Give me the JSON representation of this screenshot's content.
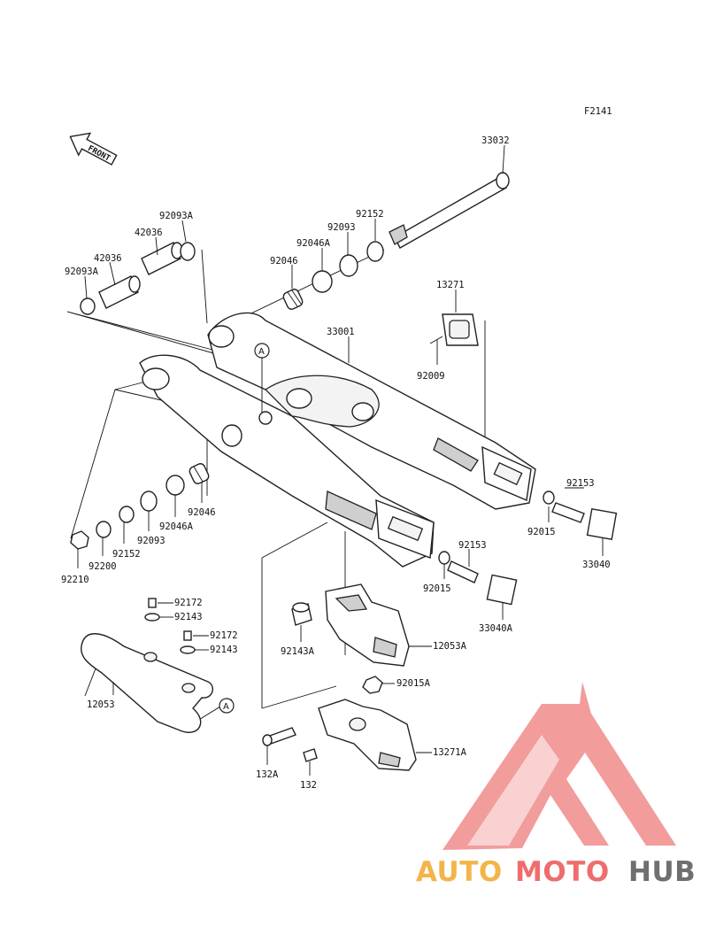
{
  "diagram": {
    "code": "F2141",
    "front_label": "FRONT",
    "reference_marker": "A",
    "parts": [
      {
        "id": "p-33032",
        "number": "33032"
      },
      {
        "id": "p-92152-top",
        "number": "92152"
      },
      {
        "id": "p-92093-top",
        "number": "92093"
      },
      {
        "id": "p-92046A-top",
        "number": "92046A"
      },
      {
        "id": "p-92046-top",
        "number": "92046"
      },
      {
        "id": "p-92093A-top",
        "number": "92093A"
      },
      {
        "id": "p-42036-top",
        "number": "42036"
      },
      {
        "id": "p-42036-left",
        "number": "42036"
      },
      {
        "id": "p-92093A-left",
        "number": "92093A"
      },
      {
        "id": "p-13271",
        "number": "13271"
      },
      {
        "id": "p-92009",
        "number": "92009"
      },
      {
        "id": "p-33001",
        "number": "33001"
      },
      {
        "id": "p-92153-right",
        "number": "92153"
      },
      {
        "id": "p-92015-right",
        "number": "92015"
      },
      {
        "id": "p-33040",
        "number": "33040"
      },
      {
        "id": "p-92153-mid",
        "number": "92153"
      },
      {
        "id": "p-92015-mid",
        "number": "92015"
      },
      {
        "id": "p-33040A",
        "number": "33040A"
      },
      {
        "id": "p-92046-bot",
        "number": "92046"
      },
      {
        "id": "p-92046A-bot",
        "number": "92046A"
      },
      {
        "id": "p-92093-bot",
        "number": "92093"
      },
      {
        "id": "p-92152-bot",
        "number": "92152"
      },
      {
        "id": "p-92200",
        "number": "92200"
      },
      {
        "id": "p-92210",
        "number": "92210"
      },
      {
        "id": "p-92172-a",
        "number": "92172"
      },
      {
        "id": "p-92143-a",
        "number": "92143"
      },
      {
        "id": "p-92172-b",
        "number": "92172"
      },
      {
        "id": "p-92143-b",
        "number": "92143"
      },
      {
        "id": "p-12053",
        "number": "12053"
      },
      {
        "id": "p-92143A",
        "number": "92143A"
      },
      {
        "id": "p-12053A",
        "number": "12053A"
      },
      {
        "id": "p-92015A",
        "number": "92015A"
      },
      {
        "id": "p-13271A",
        "number": "13271A"
      },
      {
        "id": "p-132A",
        "number": "132A"
      },
      {
        "id": "p-132",
        "number": "132"
      }
    ]
  },
  "watermark": {
    "brand_auto": "AUTO",
    "brand_moto": "MOTO",
    "brand_hub": "HUB",
    "colors": {
      "auto": "#f3b44a",
      "moto": "#ee6d6d",
      "hub": "#6f6f6f",
      "logo": "#f08b8b"
    }
  }
}
